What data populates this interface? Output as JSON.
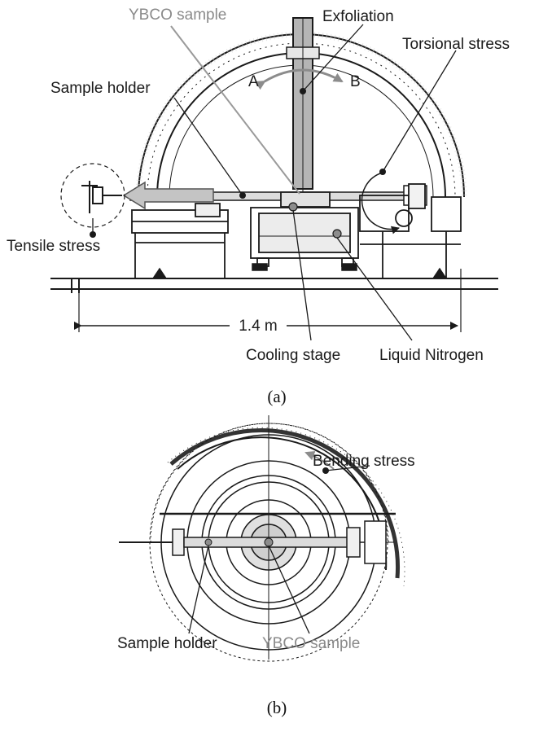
{
  "figure_a": {
    "labels": {
      "ybco_sample": "YBCO sample",
      "exfoliation": "Exfoliation",
      "torsional_stress": "Torsional stress",
      "sample_holder": "Sample holder",
      "direction_a": "A",
      "direction_b": "B",
      "tensile_stress": "Tensile stress",
      "length": "1.4 m",
      "cooling_stage": "Cooling stage",
      "liquid_nitrogen": "Liquid Nitrogen"
    },
    "caption": "(a)"
  },
  "figure_b": {
    "labels": {
      "bending_stress": "Bending stress",
      "sample_holder": "Sample holder",
      "ybco_sample": "YBCO sample"
    },
    "caption": "(b)"
  },
  "colors": {
    "line": "#1a1a1a",
    "grey_label": "#8a8a8a",
    "arrow_grey": "#8c8c8c",
    "fill_grey": "#b5b5b5"
  }
}
